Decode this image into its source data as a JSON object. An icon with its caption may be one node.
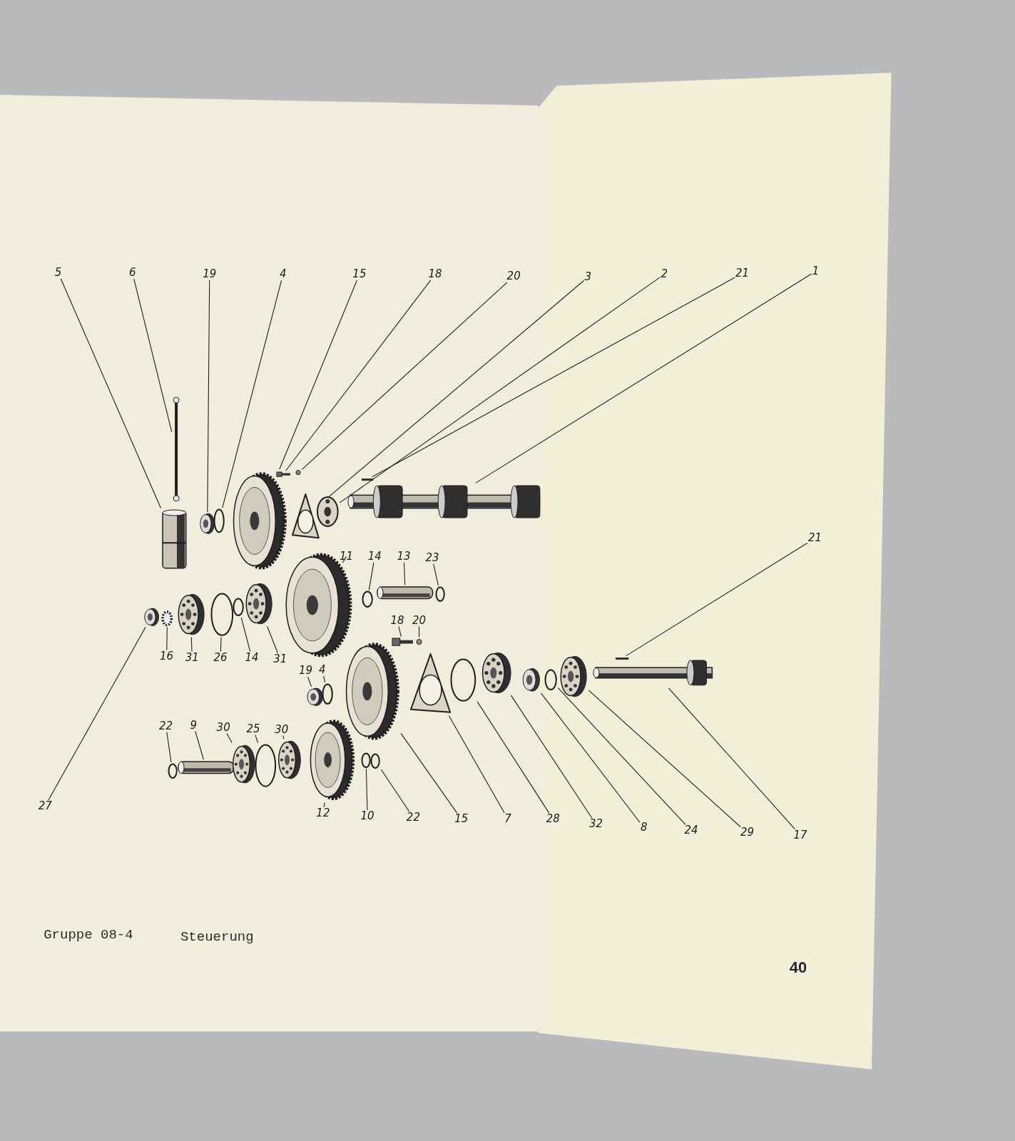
{
  "diagram": {
    "nodes": [
      {
        "text": [
          "5"
        ]
      },
      {
        "text": [
          "6"
        ]
      },
      {
        "text": [
          "19"
        ]
      },
      {
        "text": [
          "4"
        ]
      },
      {
        "text": [
          "15"
        ]
      },
      {
        "text": [
          "18"
        ]
      },
      {
        "text": [
          "20"
        ]
      },
      {
        "text": [
          "3"
        ]
      },
      {
        "text": [
          "2"
        ]
      },
      {
        "text": [
          "21"
        ]
      },
      {
        "text": [
          "1"
        ]
      },
      {
        "text": [
          "21"
        ]
      },
      {
        "text": [
          "11"
        ]
      },
      {
        "text": [
          "14"
        ]
      },
      {
        "text": [
          "13"
        ]
      },
      {
        "text": [
          "23"
        ]
      },
      {
        "text": [
          "18"
        ]
      },
      {
        "text": [
          "20"
        ]
      },
      {
        "text": [
          "16"
        ]
      },
      {
        "text": [
          "31"
        ]
      },
      {
        "text": [
          "26"
        ]
      },
      {
        "text": [
          "14"
        ]
      },
      {
        "text": [
          "31"
        ]
      },
      {
        "text": [
          "19"
        ]
      },
      {
        "text": [
          "4"
        ]
      },
      {
        "text": [
          "22"
        ]
      },
      {
        "text": [
          "9"
        ]
      },
      {
        "text": [
          "30"
        ]
      },
      {
        "text": [
          "25"
        ]
      },
      {
        "text": [
          "30"
        ]
      },
      {
        "text": [
          "27"
        ]
      },
      {
        "text": [
          "12"
        ]
      },
      {
        "text": [
          "10"
        ]
      },
      {
        "text": [
          "22"
        ]
      },
      {
        "text": [
          "15"
        ]
      },
      {
        "text": [
          "7"
        ]
      },
      {
        "text": [
          "28"
        ]
      },
      {
        "text": [
          "32"
        ]
      },
      {
        "text": [
          "8"
        ]
      },
      {
        "text": [
          "24"
        ]
      },
      {
        "text": [
          "29"
        ]
      },
      {
        "text": [
          "17"
        ]
      },
      {
        "text": [],
        "shape": "picture"
      },
      {
        "text": [],
        "shape": "picture"
      },
      {
        "text": [],
        "shape": "picture"
      },
      {
        "text": [],
        "shape": "circle"
      },
      {
        "text": [],
        "shape": "picture"
      },
      {
        "text": [],
        "shape": "picture"
      },
      {
        "text": [],
        "shape": "circle"
      },
      {
        "text": [],
        "shape": "picture"
      },
      {
        "text": [],
        "shape": "picture"
      },
      {
        "text": [],
        "shape": "bar"
      },
      {
        "text": [],
        "shape": "picture"
      },
      {
        "text": [],
        "shape": "bar"
      },
      {
        "text": [],
        "shape": "picture"
      },
      {
        "text": [],
        "shape": "circle"
      },
      {
        "text": [],
        "shape": "picture"
      },
      {
        "text": [],
        "shape": "circle"
      },
      {
        "text": [],
        "shape": "picture"
      },
      {
        "text": [],
        "shape": "circle"
      },
      {
        "text": [],
        "shape": "picture"
      },
      {
        "text": [],
        "shape": "circle"
      },
      {
        "text": [],
        "shape": "picture"
      },
      {
        "text": [],
        "shape": "circle"
      },
      {
        "text": [],
        "shape": "circle"
      },
      {
        "text": [],
        "shape": "picture"
      },
      {
        "text": [],
        "shape": "picture"
      },
      {
        "text": [],
        "shape": "circle"
      },
      {
        "text": [],
        "shape": "picture"
      },
      {
        "text": [],
        "shape": "picture"
      },
      {
        "text": [],
        "shape": "circle"
      },
      {
        "text": [],
        "shape": "picture"
      },
      {
        "text": [],
        "shape": "picture"
      },
      {
        "text": [],
        "shape": "circle"
      },
      {
        "text": [],
        "shape": "picture"
      },
      {
        "text": [],
        "shape": "picture"
      },
      {
        "text": [],
        "shape": "circle"
      },
      {
        "text": [],
        "shape": "picture"
      },
      {
        "text": [],
        "shape": "picture"
      },
      {
        "text": [],
        "shape": "circle"
      },
      {
        "text": [],
        "shape": "picture"
      },
      {
        "text": [],
        "shape": "picture"
      },
      {
        "text": [],
        "shape": "circle"
      },
      {
        "text": [],
        "shape": "circle"
      }
    ],
    "edges": [
      {
        "from": 0,
        "to": 42,
        "arrow": "none"
      },
      {
        "from": 1,
        "to": 43,
        "arrow": "none"
      },
      {
        "from": 2,
        "to": 44,
        "arrow": "none"
      },
      {
        "from": 3,
        "to": 45,
        "arrow": "none"
      },
      {
        "from": 4,
        "to": 46,
        "arrow": "none"
      },
      {
        "from": 5,
        "to": 47,
        "arrow": "none"
      },
      {
        "from": 6,
        "to": 48,
        "arrow": "none"
      },
      {
        "from": 7,
        "to": 49,
        "arrow": "none"
      },
      {
        "from": 8,
        "to": 50,
        "arrow": "none"
      },
      {
        "from": 9,
        "to": 51,
        "arrow": "none"
      },
      {
        "from": 10,
        "to": 52,
        "arrow": "none"
      },
      {
        "from": 11,
        "to": 53,
        "arrow": "none"
      },
      {
        "from": 12,
        "to": 54,
        "arrow": "none"
      },
      {
        "from": 13,
        "to": 55,
        "arrow": "none"
      },
      {
        "from": 14,
        "to": 56,
        "arrow": "none"
      },
      {
        "from": 15,
        "to": 57,
        "arrow": "none"
      },
      {
        "from": 16,
        "to": 58,
        "arrow": "none"
      },
      {
        "from": 17,
        "to": 59,
        "arrow": "none"
      },
      {
        "from": 18,
        "to": 61,
        "arrow": "none"
      },
      {
        "from": 19,
        "to": 62,
        "arrow": "none"
      },
      {
        "from": 20,
        "to": 63,
        "arrow": "none"
      },
      {
        "from": 21,
        "to": 64,
        "arrow": "none"
      },
      {
        "from": 22,
        "to": 65,
        "arrow": "none"
      },
      {
        "from": 23,
        "to": 66,
        "arrow": "none"
      },
      {
        "from": 24,
        "to": 67,
        "arrow": "none"
      },
      {
        "from": 25,
        "to": 76,
        "arrow": "none"
      },
      {
        "from": 26,
        "to": 77,
        "arrow": "none"
      },
      {
        "from": 27,
        "to": 78,
        "arrow": "none"
      },
      {
        "from": 28,
        "to": 79,
        "arrow": "none"
      },
      {
        "from": 29,
        "to": 80,
        "arrow": "none"
      },
      {
        "from": 30,
        "to": 60,
        "arrow": "none"
      },
      {
        "from": 31,
        "to": 81,
        "arrow": "none"
      },
      {
        "from": 32,
        "to": 82,
        "arrow": "none"
      },
      {
        "from": 33,
        "to": 83,
        "arrow": "none"
      },
      {
        "from": 34,
        "to": 68,
        "arrow": "none"
      },
      {
        "from": 35,
        "to": 69,
        "arrow": "none"
      },
      {
        "from": 36,
        "to": 70,
        "arrow": "none"
      },
      {
        "from": 37,
        "to": 71,
        "arrow": "none"
      },
      {
        "from": 38,
        "to": 72,
        "arrow": "none"
      },
      {
        "from": 39,
        "to": 73,
        "arrow": "none"
      },
      {
        "from": 40,
        "to": 74,
        "arrow": "none"
      },
      {
        "from": 41,
        "to": 75,
        "arrow": "none"
      }
    ],
    "labels": [
      "Gruppe 08-4",
      "Steuerung",
      "40"
    ]
  }
}
